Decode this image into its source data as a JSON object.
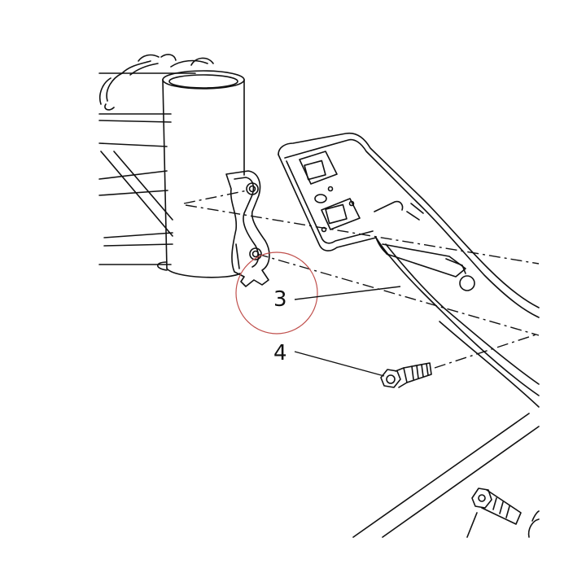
{
  "callouts": [
    {
      "id": "3",
      "label": "3"
    },
    {
      "id": "4",
      "label": "4"
    }
  ],
  "colors": {
    "line": "#111111",
    "background": "#ffffff",
    "highlight_circle": "#c0504d"
  }
}
